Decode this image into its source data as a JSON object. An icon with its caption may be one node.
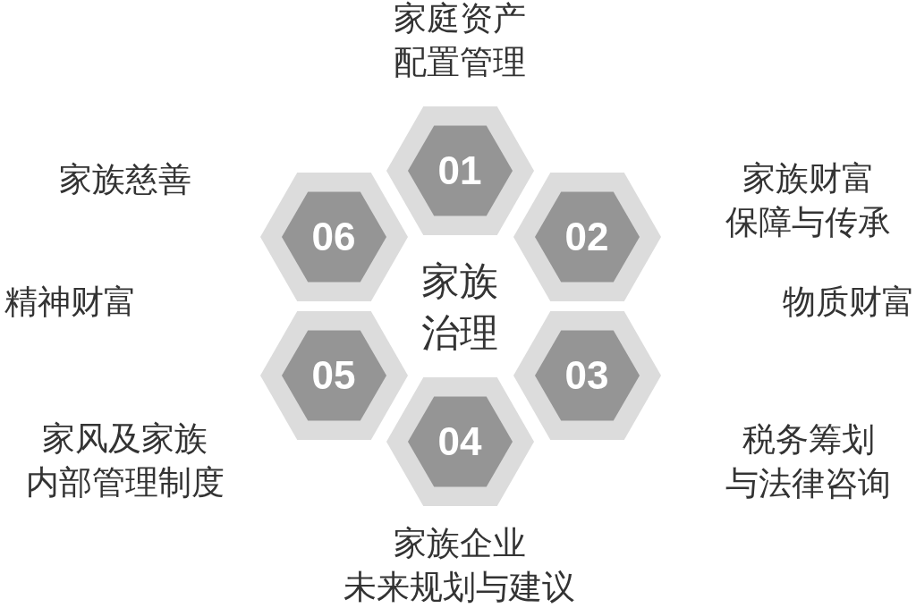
{
  "diagram": {
    "nodes": [
      {
        "text": [
          "01"
        ],
        "beside": [
          "家庭资产配置管理"
        ]
      },
      {
        "text": [
          "02"
        ],
        "beside": [
          "家族财富保障与传承"
        ]
      },
      {
        "text": [
          "03"
        ],
        "beside": [
          "税务筹划与法律咨询"
        ]
      },
      {
        "text": [
          "04"
        ],
        "beside": [
          "家族企业未来规划与建议"
        ]
      },
      {
        "text": [
          "05"
        ],
        "beside": [
          "家风及家族内部管理制度"
        ]
      },
      {
        "text": [
          "06"
        ],
        "beside": [
          "家族慈善"
        ]
      }
    ],
    "labels": [
      "家族治理",
      "精神财富",
      "物质财富"
    ]
  }
}
